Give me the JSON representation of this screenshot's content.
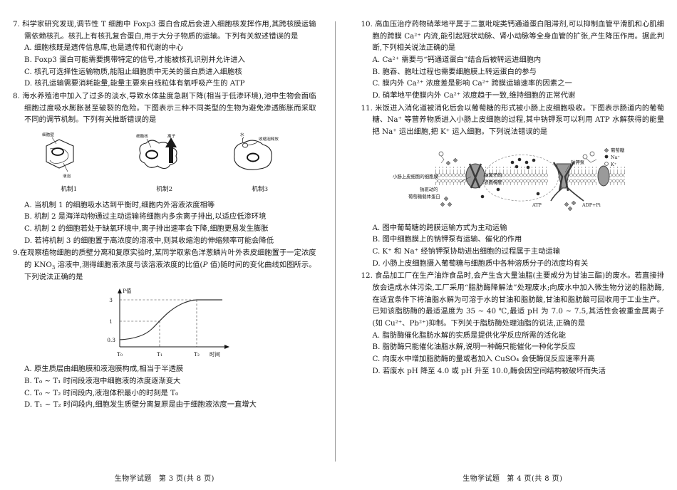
{
  "document": {
    "subject": "生物学试题",
    "left_footer": {
      "subject": "生物学试题",
      "page": "第 3 页(共 8 页)"
    },
    "right_footer": {
      "subject": "生物学试题",
      "page": "第 4 页(共 8 页)"
    }
  },
  "questions": [
    {
      "number": "7.",
      "stem": "科学家研究发现,调节性 T 细胞中 Foxp3 蛋白合成后会进入细胞核发挥作用,其跨核膜运输需依赖核孔。核孔上有核孔复合蛋白,用于大分子物质的运输。下列有关叙述错误的是",
      "options": [
        "A. 细胞核既是遗传信息库,也是遗传和代谢的中心",
        "B. Foxp3 蛋白可能需要携带特定的信号,才能被核孔识别并允许进入",
        "C. 核孔可选择性运输物质,能阻止细胞质中无关的蛋白质进入细胞核",
        "D. 核孔运输需要消耗能量,能量主要来自线粒体有氧呼吸产生的 ATP"
      ]
    },
    {
      "number": "8.",
      "stem": "海水养殖池中加入了过多的淡水,导致水体盐度急剧下降(相当于低渗环境),池中生物会面临细胞过度吸水膨胀甚至破裂的危险。下图表示三种不同类型的生物为避免渗透膨胀而采取不同的调节机制。下列有关推断错误的是",
      "figure": {
        "type": "three-cell-mechanisms",
        "cells": [
          {
            "caption": "机制1",
            "labels": [
              "细胞壁",
              "液泡"
            ]
          },
          {
            "caption": "机制2",
            "labels": [
              "细胞核",
              "离子"
            ]
          },
          {
            "caption": "机制3",
            "labels": [
              "水",
              "收缩泡释放"
            ]
          }
        ]
      },
      "options": [
        "A. 当机制 1 的细胞吸水达到平衡时,细胞内外溶液浓度相等",
        "B. 机制 2 是海洋动物通过主动运输将细胞内多余离子排出,以适应低渗环境",
        "C. 机制 2 的细胞若处于缺氧环境中,离子排出速率会下降,细胞更易发生膨胀",
        "D. 若将机制 3 的细胞置于高浓度的溶液中,则其收缩泡的伸缩频率可能会降低"
      ]
    },
    {
      "number": "9.",
      "stem_parts": [
        "在观察植物细胞的质壁分离和复原实验时,某同学取紫色洋葱鳞片叶外表皮细胞置于一定浓度的 KNO",
        "3",
        " 溶液中,测得细胞液浓度与该溶液浓度的比值(",
        "P",
        " 值)随时间的变化曲线如图所示。下列说法正确的是"
      ],
      "options_rich": [
        {
          "label": "A.",
          "text": "原生质层由细胞膜和液泡膜构成,相当于半透膜"
        },
        {
          "label": "B.",
          "text": "T₀ ~ T₁ 时间段液泡中细胞液的浓度逐渐变大"
        },
        {
          "label": "C.",
          "text": "T₀ ~ T₂ 时间段内,液泡体积最小的时刻是 T₀"
        },
        {
          "label": "D.",
          "text": "T₁ ~ T₂ 时间段内,细胞发生质壁分离复原是由于细胞液浓度一直增大"
        }
      ]
    },
    {
      "number": "10.",
      "stem": "高血压治疗药物硝苯地平属于二氢吡啶类钙通道蛋白阻滞剂,可以抑制血管平滑肌和心肌细胞的跨膜 Ca²⁺ 内流,能引起冠状动脉、肾小动脉等全身血管的扩张,产生降压作用。据此判断,下列相关说法正确的是",
      "options": [
        "A. Ca²⁺ 需要与“钙通道蛋白”结合后被转运进细胞内",
        "B. 胞吞、胞吐过程也需要细胞膜上转运蛋白的参与",
        "C. 膜内外 Ca²⁺ 浓度差是影响 Ca²⁺ 跨膜运输速率的因素之一",
        "D. 硝苯地平使膜内外 Ca²⁺ 浓度趋于一致,维持细胞的正常代谢"
      ]
    },
    {
      "number": "11.",
      "stem": "米饭进入消化道被消化后会以葡萄糖的形式被小肠上皮细胞吸收。下图表示肠道内的葡萄糖、Na⁺ 等营养物质进入小肠上皮细胞的过程,其中钠钾泵可以利用 ATP 水解获得的能量把 Na⁺ 运出细胞,把 K⁺ 运入细胞。下列说法错误的是",
      "figure": {
        "type": "membrane-transport",
        "labels": [
          "小肠上皮细胞的细胞膜",
          "钠驱动的",
          "葡萄糖载体蛋白",
          "钠离子的",
          "浓度梯度",
          "钠钾泵",
          "ATP",
          "ADP+Pi"
        ],
        "legend": [
          {
            "symbol": "diamond",
            "text": "葡萄糖"
          },
          {
            "symbol": "filled-circle",
            "text": "Na⁺"
          },
          {
            "symbol": "open-circle",
            "text": "K⁺"
          }
        ]
      },
      "options": [
        "A. 图中葡萄糖的跨膜运输方式为主动运输",
        "B. 图中细胞膜上的钠钾泵有运输、催化的作用",
        "C. K⁺ 和 Na⁺ 经钠钾泵协助进出细胞的过程属于主动运输",
        "D. 小肠上皮细胞摄入葡萄糖与细胞质中各种溶质分子的浓度均有关"
      ]
    },
    {
      "number": "12.",
      "stem": "食品加工厂在生产油炸食品时,会产生含大量油脂(主要成分为甘油三酯)的废水。若直接排放会造成水体污染,工厂采用“脂肪酶降解法”处理废水;向废水中加入微生物分泌的脂肪酶,在适宜条件下将油脂水解为可溶于水的甘油和脂肪酸,甘油和脂肪酸可回收用于工业生产。已知该脂肪酶的最适温度为 35 ~ 40 ℃,最适 pH 为 7.0 ~ 7.5,其活性会被重金属离子(如 Cu²⁺、Pb²⁺)抑制。下列关于脂肪酶处理油脂的说法,正确的是",
      "options": [
        "A. 脂肪酶催化脂肪水解的实质是提供化学反应所需的活化能",
        "B. 脂肪酶只能催化油脂水解,说明一种酶只能催化一种化学反应",
        "C. 向废水中增加脂肪酶的量或者加入 CuSO₄ 会使酶促反应速率升高",
        "D. 若废水 pH 降至 4.0 或 pH 升至 10.0,酶会因空间结构被破坏而失活"
      ]
    }
  ],
  "chart_data": {
    "type": "line",
    "title": "",
    "xlabel": "时间",
    "ylabel": "P值",
    "x_ticks": [
      "T₀",
      "T₁",
      "T₂"
    ],
    "y_ticks": [
      "0.3",
      "1",
      "3"
    ],
    "ylim": [
      0,
      3.6
    ],
    "grid": "dashed-guides",
    "legend": "none",
    "series": [
      {
        "name": "P值随时间变化",
        "points": [
          [
            0,
            0.3
          ],
          [
            0.08,
            0.31
          ],
          [
            0.16,
            0.33
          ],
          [
            0.24,
            0.38
          ],
          [
            0.33,
            0.48
          ],
          [
            0.41,
            0.66
          ],
          [
            0.5,
            1.0
          ],
          [
            0.58,
            1.45
          ],
          [
            0.66,
            1.95
          ],
          [
            0.74,
            2.4
          ],
          [
            0.82,
            2.74
          ],
          [
            0.9,
            2.93
          ],
          [
            1.0,
            3.0
          ],
          [
            1.12,
            3.0
          ]
        ]
      }
    ],
    "annotations": [
      "T₀ 处 P 值为 0.3",
      "T₁ 处 P 值为 1",
      "T₂ 处 P 值为 3"
    ]
  }
}
